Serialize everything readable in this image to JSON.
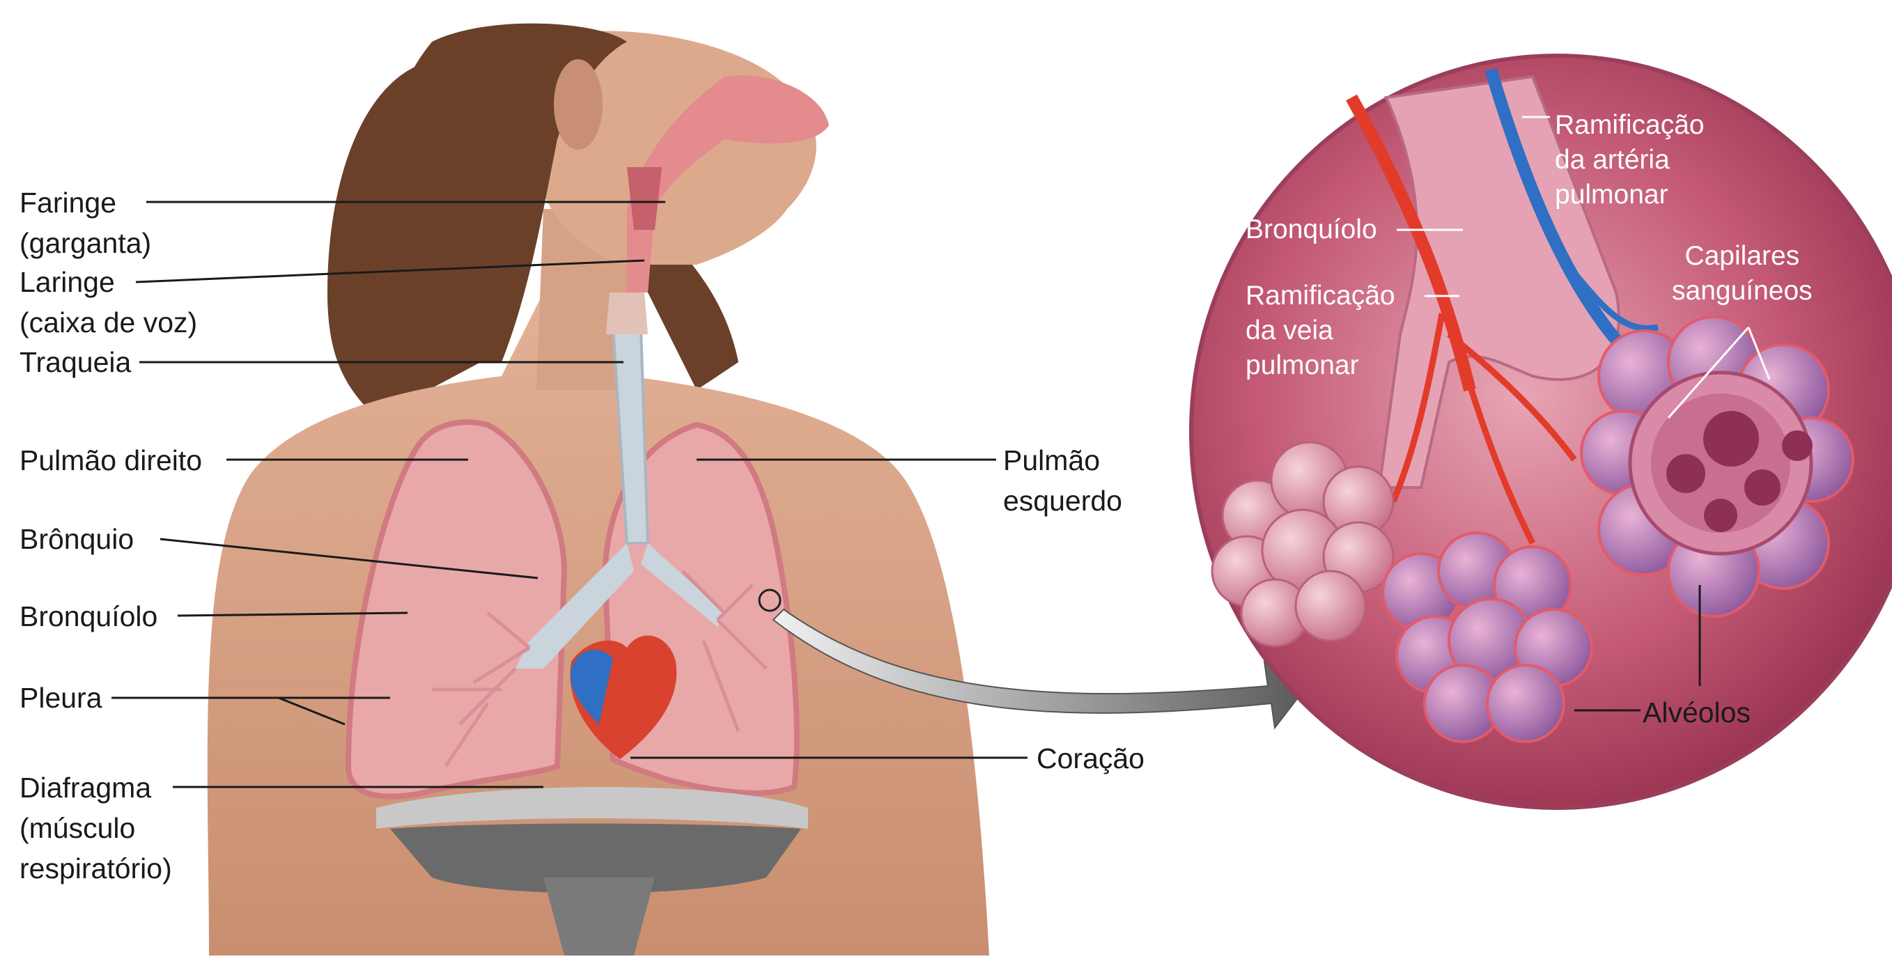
{
  "labels": {
    "faringe": [
      "Faringe",
      "(garganta)"
    ],
    "laringe": [
      "Laringe",
      "(caixa de voz)"
    ],
    "traqueia": "Traqueia",
    "pulmao_direito": "Pulmão direito",
    "bronquio": "Brônquio",
    "bronquiolo": "Bronquíolo",
    "pleura": "Pleura",
    "diafragma": [
      "Diafragma",
      "(músculo",
      "respiratório)"
    ],
    "pulmao_esquerdo": [
      "Pulmão",
      "esquerdo"
    ],
    "coracao": "Coração"
  },
  "inset_labels": {
    "ramificacao_arteria": [
      "Ramificação",
      "da artéria",
      "pulmonar"
    ],
    "bronquiolo": "Bronquíolo",
    "ramificacao_veia": [
      "Ramificação",
      "da veia",
      "pulmonar"
    ],
    "capilares": [
      "Capilares",
      "sanguíneos"
    ],
    "alveolos": "Alvéolos"
  },
  "colors": {
    "skin": "#d9a184",
    "hair": "#6b4029",
    "lung": "#e9a8a8",
    "trachea": "#c9d4dc",
    "artery": "#e33b2a",
    "vein": "#2f6fc4",
    "inset_bg": "#a8324f",
    "alveoli": "#b775a6"
  }
}
